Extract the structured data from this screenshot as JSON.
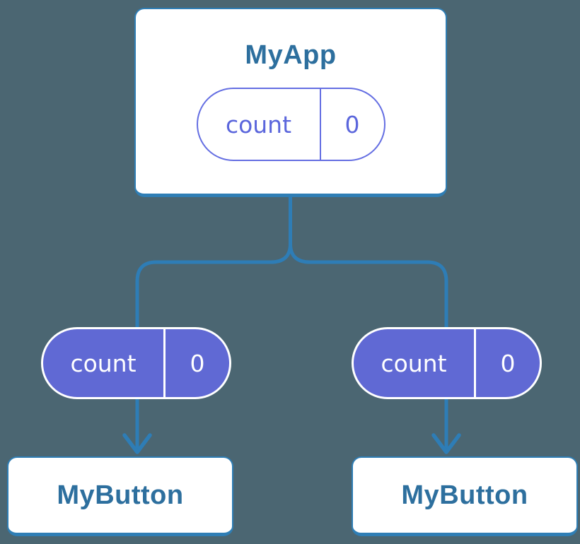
{
  "diagram": {
    "description": "React component tree showing state passed down as props",
    "root": {
      "name": "MyApp",
      "state": {
        "label": "count",
        "value": "0"
      }
    },
    "children": [
      {
        "name": "MyButton",
        "prop": {
          "label": "count",
          "value": "0"
        }
      },
      {
        "name": "MyButton",
        "prop": {
          "label": "count",
          "value": "0"
        }
      }
    ],
    "colors": {
      "background": "#4b6672",
      "connector_blue": "#2e7db6",
      "card_border_blue": "#2f7eb5",
      "card_text_blue": "#2d6f9e",
      "pill_fill_purple": "#6069d4",
      "pill_outline_purple": "#646ee2",
      "pill_text_on_fill": "#ffffff"
    }
  }
}
